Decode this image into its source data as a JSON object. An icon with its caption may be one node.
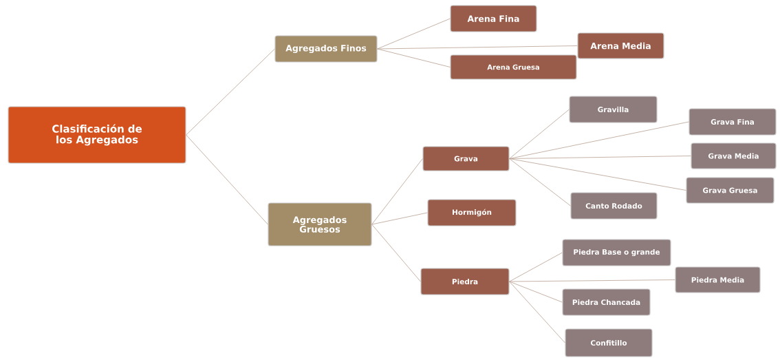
{
  "diagram": {
    "nodes": [
      {
        "text": [
          "Clasificación de los Agregados"
        ]
      },
      {
        "text": [
          "Agregados Finos"
        ]
      },
      {
        "text": [
          "Arena Fina"
        ]
      },
      {
        "text": [
          "Arena Media"
        ]
      },
      {
        "text": [
          "Arena Gruesa"
        ]
      },
      {
        "text": [
          "Agregados Gruesos"
        ]
      },
      {
        "text": [
          "Grava"
        ]
      },
      {
        "text": [
          "Hormigón"
        ]
      },
      {
        "text": [
          "Piedra"
        ]
      },
      {
        "text": [
          "Gravilla"
        ]
      },
      {
        "text": [
          "Grava Fina"
        ]
      },
      {
        "text": [
          "Grava Media"
        ]
      },
      {
        "text": [
          "Grava Gruesa"
        ]
      },
      {
        "text": [
          "Canto Rodado"
        ]
      },
      {
        "text": [
          "Piedra Base o grande"
        ]
      },
      {
        "text": [
          "Piedra Media"
        ]
      },
      {
        "text": [
          "Piedra Chancada"
        ]
      },
      {
        "text": [
          "Confitillo"
        ]
      }
    ],
    "edges": [
      {
        "from": 0,
        "to": 1,
        "arrow": "none"
      },
      {
        "from": 0,
        "to": 5,
        "arrow": "none"
      },
      {
        "from": 1,
        "to": 2,
        "arrow": "none"
      },
      {
        "from": 1,
        "to": 3,
        "arrow": "none"
      },
      {
        "from": 1,
        "to": 4,
        "arrow": "none"
      },
      {
        "from": 5,
        "to": 6,
        "arrow": "none"
      },
      {
        "from": 5,
        "to": 7,
        "arrow": "none"
      },
      {
        "from": 5,
        "to": 8,
        "arrow": "none"
      },
      {
        "from": 6,
        "to": 9,
        "arrow": "none"
      },
      {
        "from": 6,
        "to": 10,
        "arrow": "none"
      },
      {
        "from": 6,
        "to": 11,
        "arrow": "none"
      },
      {
        "from": 6,
        "to": 12,
        "arrow": "none"
      },
      {
        "from": 6,
        "to": 13,
        "arrow": "none"
      },
      {
        "from": 8,
        "to": 14,
        "arrow": "none"
      },
      {
        "from": 8,
        "to": 15,
        "arrow": "none"
      },
      {
        "from": 8,
        "to": 16,
        "arrow": "none"
      },
      {
        "from": 8,
        "to": 17,
        "arrow": "none"
      }
    ]
  }
}
